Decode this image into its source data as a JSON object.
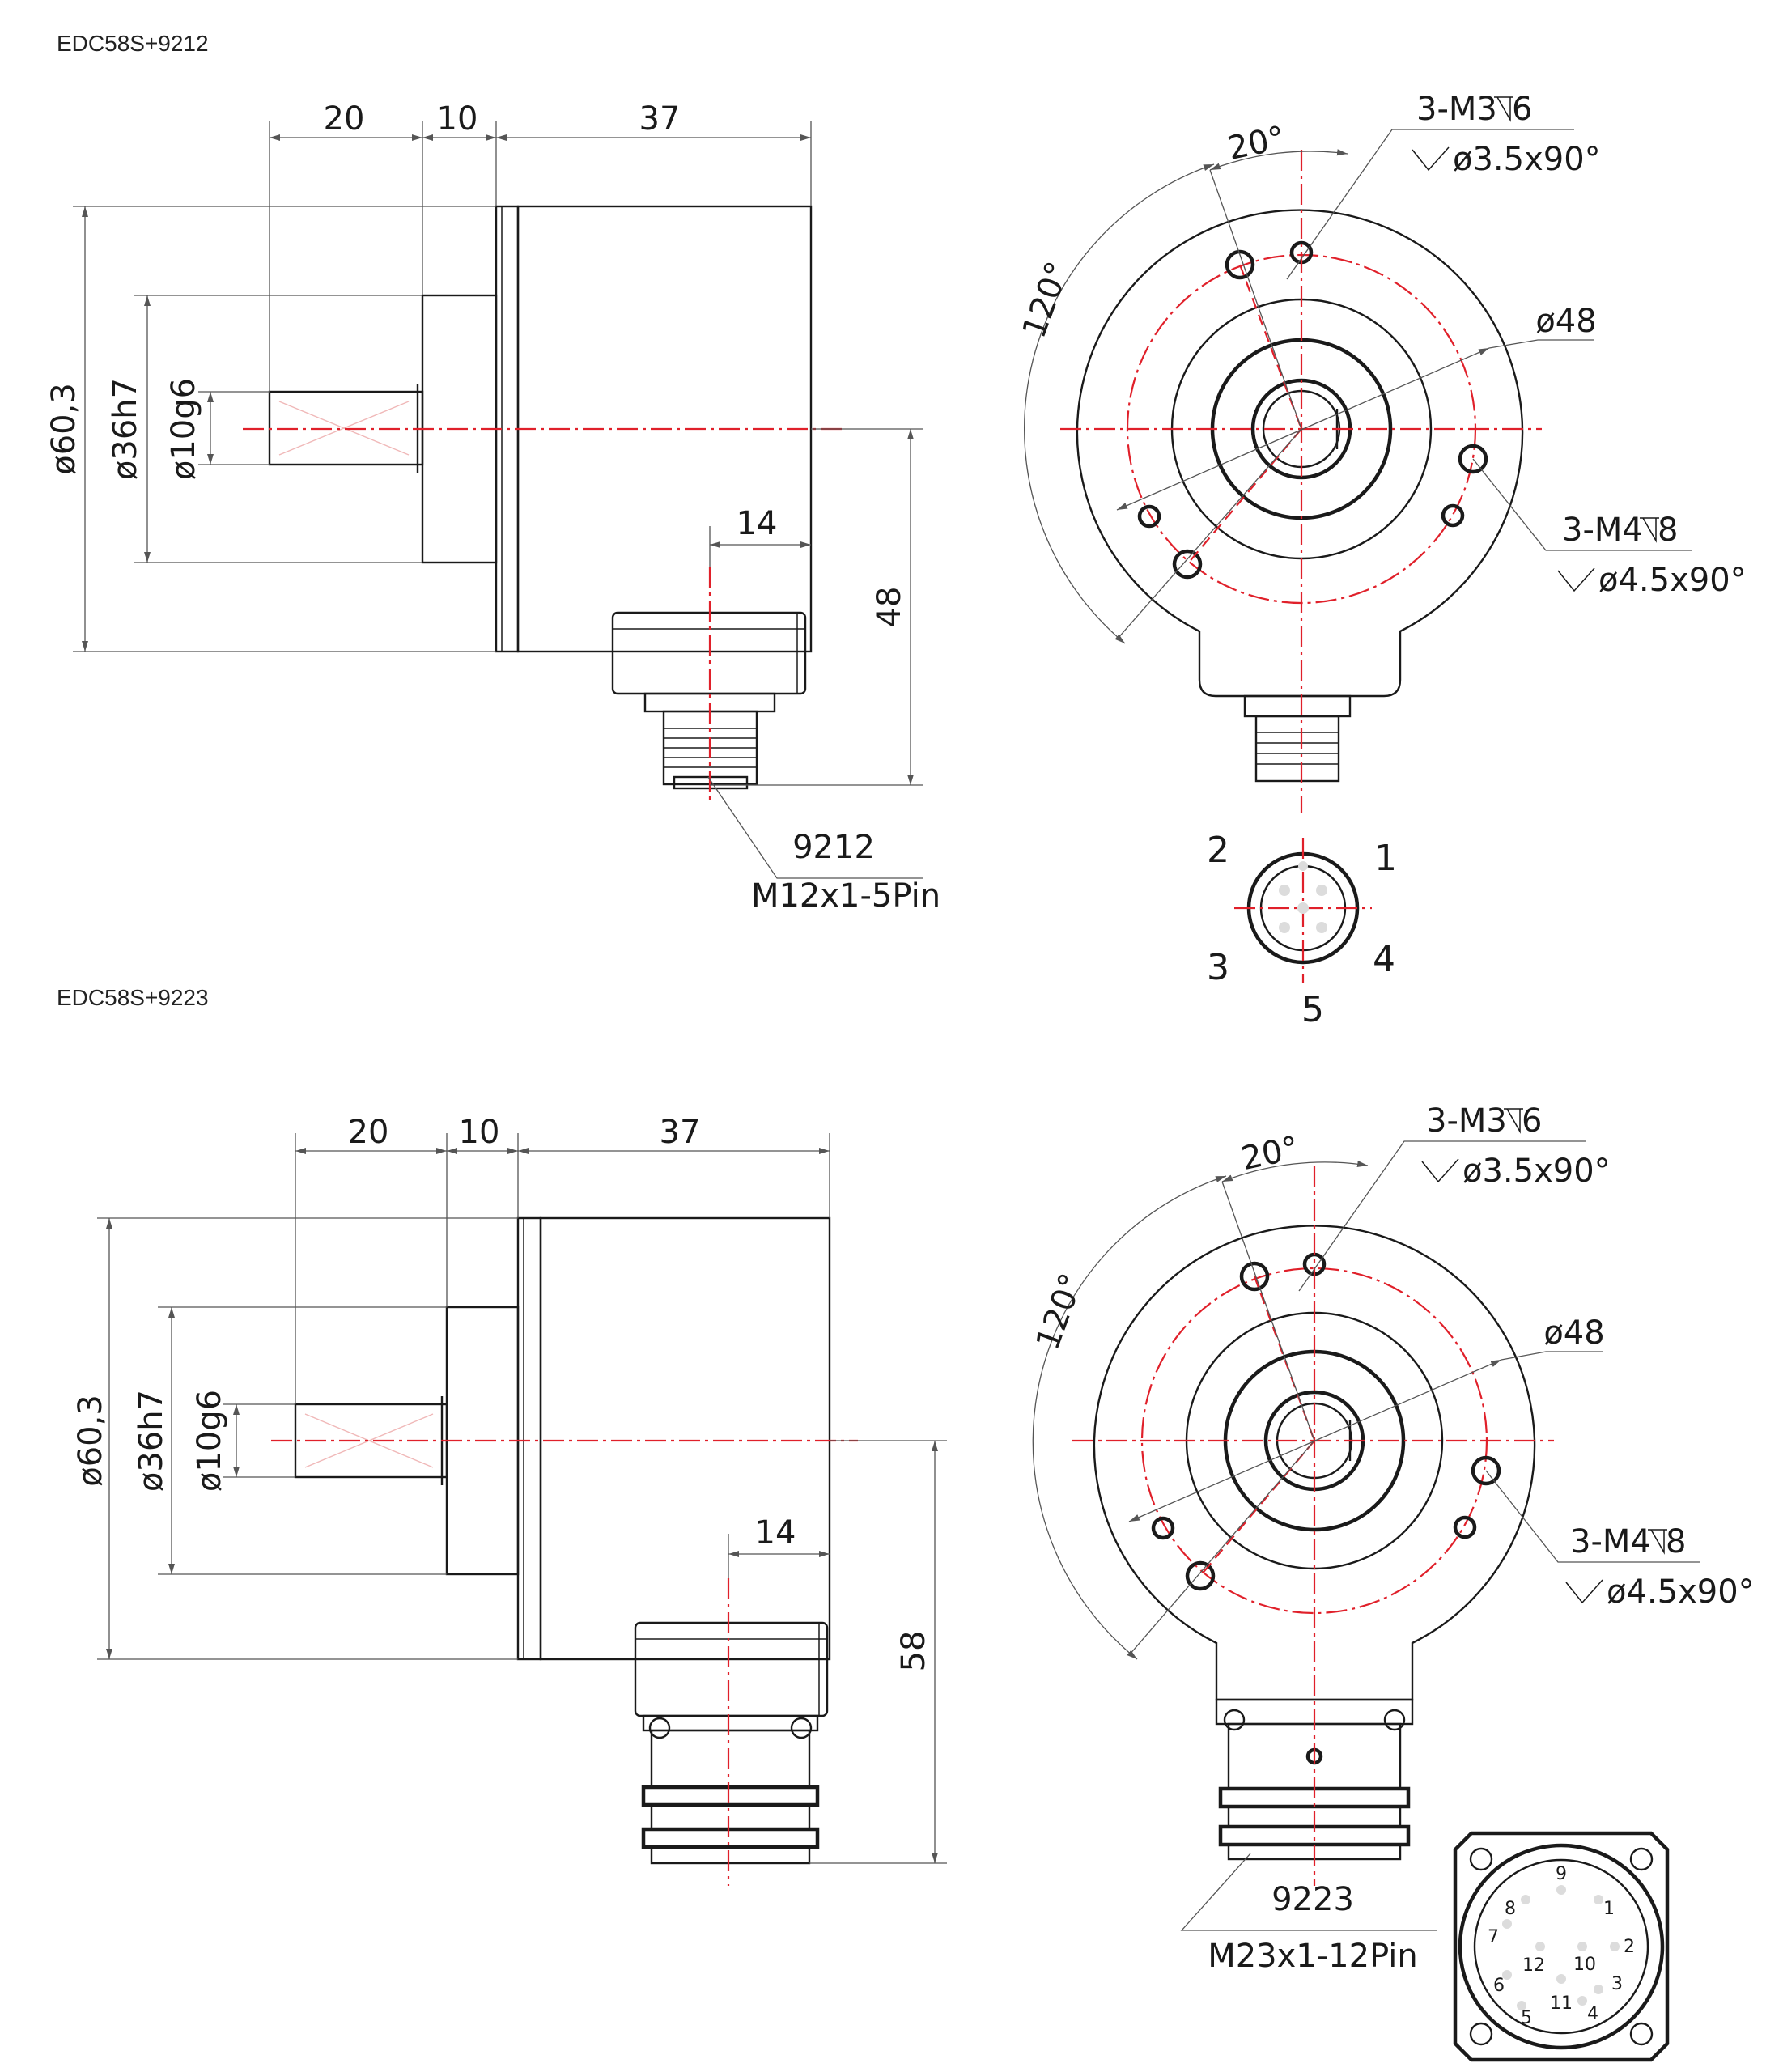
{
  "drawings": [
    {
      "model": "EDC58S+9212",
      "dims": {
        "shaft_length": "20",
        "flange_length": "10",
        "body_length": "37",
        "outer_diameter": "ø60,3",
        "spigot_diameter": "ø36h7",
        "shaft_diameter": "ø10g6",
        "connector_offset": "14",
        "connector_height": "48"
      },
      "front": {
        "angle_top": "20°",
        "angle_side": "120°",
        "bolt_circle": "ø48",
        "holes_m3": "3-M3",
        "holes_m3_depth": "6",
        "holes_m3_csk": "ø3.5x90°",
        "holes_m4": "3-M4",
        "holes_m4_depth": "8",
        "holes_m4_csk": "ø4.5x90°"
      },
      "connector": {
        "code": "9212",
        "spec": "M12x1-5Pin"
      },
      "pins": [
        "1",
        "2",
        "3",
        "4",
        "5"
      ]
    },
    {
      "model": "EDC58S+9223",
      "dims": {
        "shaft_length": "20",
        "flange_length": "10",
        "body_length": "37",
        "outer_diameter": "ø60,3",
        "spigot_diameter": "ø36h7",
        "shaft_diameter": "ø10g6",
        "connector_offset": "14",
        "connector_height": "58"
      },
      "front": {
        "angle_top": "20°",
        "angle_side": "120°",
        "bolt_circle": "ø48",
        "holes_m3": "3-M3",
        "holes_m3_depth": "6",
        "holes_m3_csk": "ø3.5x90°",
        "holes_m4": "3-M4",
        "holes_m4_depth": "8",
        "holes_m4_csk": "ø4.5x90°"
      },
      "connector": {
        "code": "9223",
        "spec": "M23x1-12Pin"
      },
      "pins": [
        "1",
        "2",
        "3",
        "4",
        "5",
        "6",
        "7",
        "8",
        "9",
        "10",
        "11",
        "12"
      ]
    }
  ],
  "colors": {
    "line": "#1a1a1a",
    "centerline": "#e0202a",
    "dimension": "#555555"
  }
}
